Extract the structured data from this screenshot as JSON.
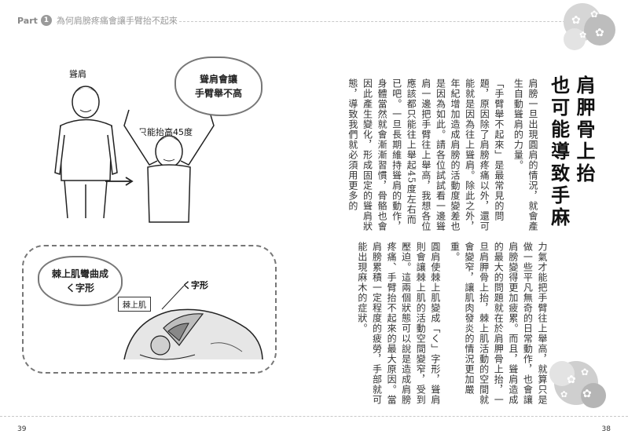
{
  "header": {
    "part_label": "Part",
    "part_number": "1",
    "chapter_title": "為何肩膀疼痛會讓手臂抬不起來"
  },
  "page_numbers": {
    "left": "39",
    "right": "38"
  },
  "figure1": {
    "label_shrug": "聳肩",
    "label_raise": "只能抬高45度",
    "cloud_line1": "聳肩會讓",
    "cloud_line2": "手臂舉不高"
  },
  "figure2": {
    "cloud_line1": "棘上肌彎曲成",
    "cloud_line2": "く字形",
    "label_shape": "く字形",
    "label_muscle": "棘上肌"
  },
  "title": {
    "line1": "肩胛骨上抬",
    "line2": "也可能導致手麻"
  },
  "column1": {
    "p1": "肩膀一旦出現圓肩的情況，就會產生自動聳肩的力量。",
    "p2": "「手臂舉不起來」是最常見的問題，原因除了肩膀疼痛以外，還可能就是因為往上聳肩。除此之外，年紀增加造成肩膀的活動度變差也是因為如此。請各位試試看一邊聳肩一邊把手臂往上舉高，我想各位應該都只能往上舉起45度左右而已吧。一旦長期維持聳肩的動作，身體當然就會漸漸習慣，骨骼也會因此產生變化，形成固定的聳肩狀態，導致我們就必須用更多的"
  },
  "column2": {
    "p1": "力氣才能把手臂往上舉高，就算只是做一些平凡無奇的日常動作，也會讓肩膀變得更加疲累。而且，聳肩造成的最大的問題就在於肩胛骨上抬，一旦肩胛骨上抬，棘上肌活動的空間就會變窄，讓肌肉發炎的情況更加嚴重。",
    "p2": "圓肩使棘上肌變成「く」字形，聳肩則會讓棘上肌的活動空間變窄，受到壓迫。這兩個狀態可以說是造成肩膀疼痛、手臂抬不起來的最大原因。當肩膀累積一定程度的疲勞，手部就可能出現麻木的症狀。"
  }
}
